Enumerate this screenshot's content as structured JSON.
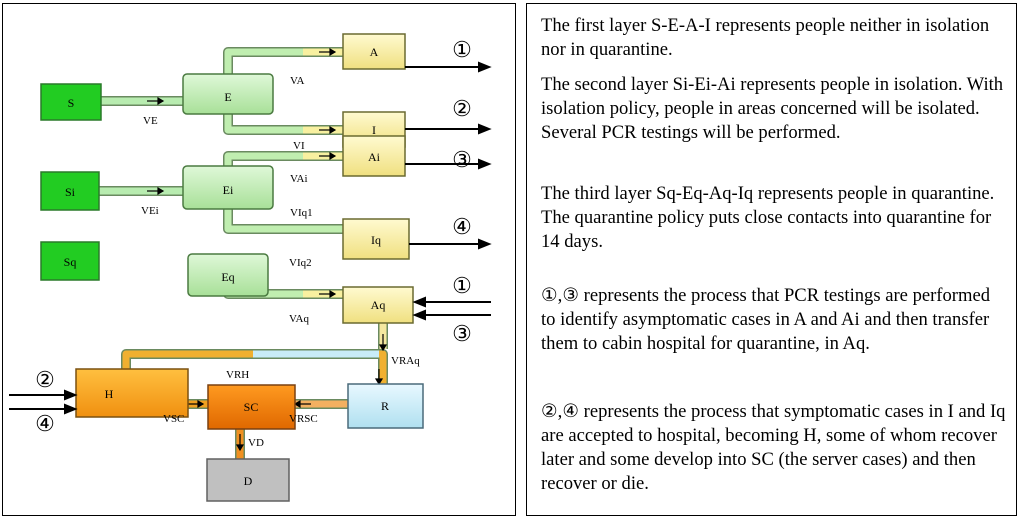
{
  "diagram": {
    "compartments": {
      "S": "S",
      "E": "E",
      "A": "A",
      "I": "I",
      "Si": "Si",
      "Ei": "Ei",
      "Ai": "Ai",
      "Iq": "Iq",
      "Sq": "Sq",
      "Eq": "Eq",
      "Aq": "Aq",
      "H": "H",
      "SC": "SC",
      "R": "R",
      "D": "D"
    },
    "flows": {
      "VE": "VE",
      "VA": "VA",
      "VI": "VI",
      "VEi": "VEi",
      "VAi": "VAi",
      "VIq1": "VIq1",
      "VIq2": "VIq2",
      "VAq": "VAq",
      "VRAq": "VRAq",
      "VRH": "VRH",
      "VSC": "VSC",
      "VRSC": "VRSC",
      "VD": "VD"
    },
    "markers": {
      "one": "①",
      "two": "②",
      "three": "③",
      "four": "④"
    }
  },
  "text": {
    "p1": "The first layer S-E-A-I represents people neither in isolation nor in quarantine.",
    "p2": "The second layer Si-Ei-Ai represents people in isolation. With isolation policy, people in areas concerned will be isolated. Several PCR testings will be performed.",
    "p3": "The third layer Sq-Eq-Aq-Iq represents people in quarantine. The quarantine policy puts close contacts into quarantine for 14 days.",
    "p4": "①,③ represents the process that PCR testings are performed to identify asymptomatic cases in A and Ai and then transfer them to cabin hospital for quarantine, in Aq.",
    "p5": "②,④ represents the process that symptomatic cases in I and Iq are accepted to hospital, becoming H, some of whom recover later and some develop into SC (the server cases) and then recover or die."
  },
  "colors": {
    "susceptible": "#22cc22",
    "exposed": "#c8f0c0",
    "asymptomatic": "#f8f0a0",
    "hospitalized": "#f8a020",
    "severe": "#f07800",
    "recovered": "#c8ecf8",
    "dead": "#c0c0c0"
  }
}
